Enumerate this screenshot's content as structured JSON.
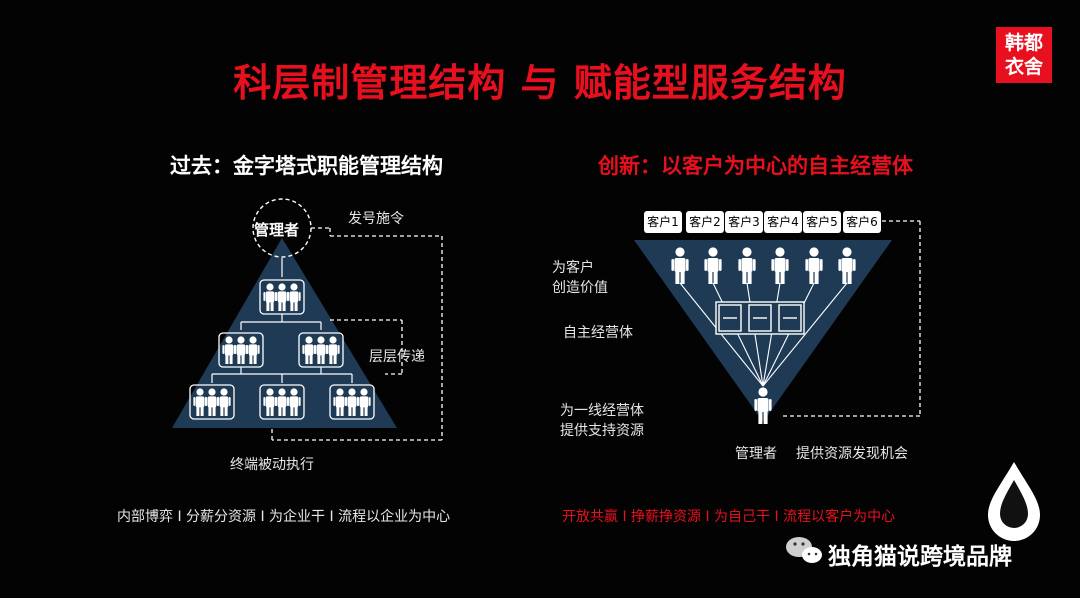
{
  "title": "科层制管理结构 与 赋能型服务结构",
  "logo": {
    "line1": "韩都",
    "line2": "衣舍"
  },
  "left": {
    "subtitle": "过去：金字塔式职能管理结构",
    "manager": "管理者",
    "command_label": "发号施令",
    "relay_label": "层层传递",
    "passive_label": "终端被动执行",
    "footer": "内部博弈 I 分薪分资源 I 为企业干 I 流程以企业为中心"
  },
  "right": {
    "subtitle": "创新：以客户为中心的自主经营体",
    "customers": [
      "客户1",
      "客户2",
      "客户3",
      "客户4",
      "客户5",
      "客户6"
    ],
    "value_label_1": "为客户",
    "value_label_2": "创造价值",
    "unit_label": "自主经营体",
    "support_label_1": "为一线经营体",
    "support_label_2": "提供支持资源",
    "manager": "管理者",
    "manager_role": "提供资源发现机会",
    "footer": "开放共赢 I 挣薪挣资源 I 为自己干 I 流程以客户为中心"
  },
  "watermark": {
    "text": "独角猫说跨境品牌"
  },
  "colors": {
    "accent_red": "#e8101e",
    "triangle": "#1f3a55",
    "background": "#030303"
  }
}
